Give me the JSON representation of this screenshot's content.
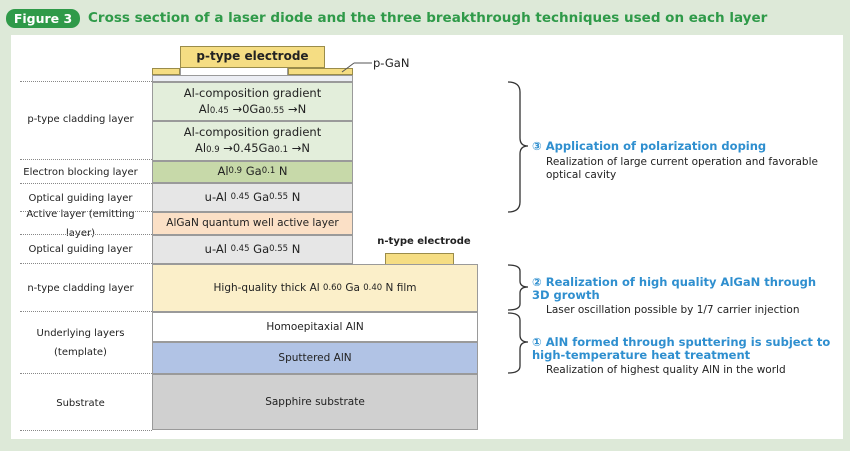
{
  "figure": {
    "badge": "Figure 3",
    "title": "Cross section of a laser diode and the three breakthrough techniques used on each layer"
  },
  "left_labels": {
    "p_cladding": "p-type cladding layer",
    "electron_blocking": "Electron blocking layer",
    "optical_guiding_top": "Optical guiding layer",
    "active": "Active layer (emitting layer)",
    "optical_guiding_bottom": "Optical guiding layer",
    "n_cladding": "n-type cladding layer",
    "underlying": "Underlying layers\n(template)",
    "substrate": "Substrate"
  },
  "top": {
    "p_electrode": "p-type electrode",
    "p_gan": "p-GaN"
  },
  "layers": {
    "grad1": {
      "line1": "Al-composition gradient",
      "al": "Al",
      "al_sub": "0.45",
      "arrow": "→0",
      "ga": "Ga",
      "ga_sub": "0.55",
      "n": "→N"
    },
    "grad2": {
      "line1": "Al-composition gradient",
      "al": "Al",
      "al_sub": "0.9",
      "arrow": "→0.45",
      "ga": "Ga",
      "ga_sub": "0.1",
      "n": "→N"
    },
    "ebl": {
      "al": "Al",
      "al_sub": "0.9",
      "ga": "Ga",
      "ga_sub": "0.1",
      "n": "N"
    },
    "og_top": {
      "prefix": "u-Al",
      "al_sub": "0.45",
      "ga": "Ga",
      "ga_sub": "0.55",
      "n": "N"
    },
    "active": "AlGaN quantum well active layer",
    "og_bottom": {
      "prefix": "u-Al",
      "al_sub": "0.45",
      "ga": "Ga",
      "ga_sub": "0.55",
      "n": "N"
    },
    "n_electrode": "n-type electrode",
    "n_clad": {
      "prefix": "High-quality thick Al",
      "al_sub": "0.60",
      "ga": "Ga",
      "ga_sub": "0.40",
      "n": "N film"
    },
    "homoepitaxial": "Homoepitaxial AlN",
    "sputtered": "Sputtered AlN",
    "sapphire": "Sapphire substrate"
  },
  "notes": [
    {
      "title": "③ Application of polarization doping",
      "text": "Realization of large current operation and favorable optical cavity"
    },
    {
      "title": "② Realization of high quality AlGaN through 3D growth",
      "text": "Laser oscillation possible by 1/7 carrier injection"
    },
    {
      "title": "① AlN formed through sputtering is subject to high-temperature heat treatment",
      "text": "Realization of highest quality AlN in the world"
    }
  ],
  "colors": {
    "green_accent": "#2f9a49",
    "blue_accent": "#2f8fcf",
    "electrode": "#f5dd83",
    "cladding_green": "#e3eedb",
    "ebl_green": "#c7d9a9",
    "guiding_gray": "#e6e6e6",
    "active_peach": "#fbe0c6",
    "n_clad_yellow": "#fbefc9",
    "sputtered_blue": "#b1c3e5",
    "sapphire_gray": "#d0d0d0"
  }
}
